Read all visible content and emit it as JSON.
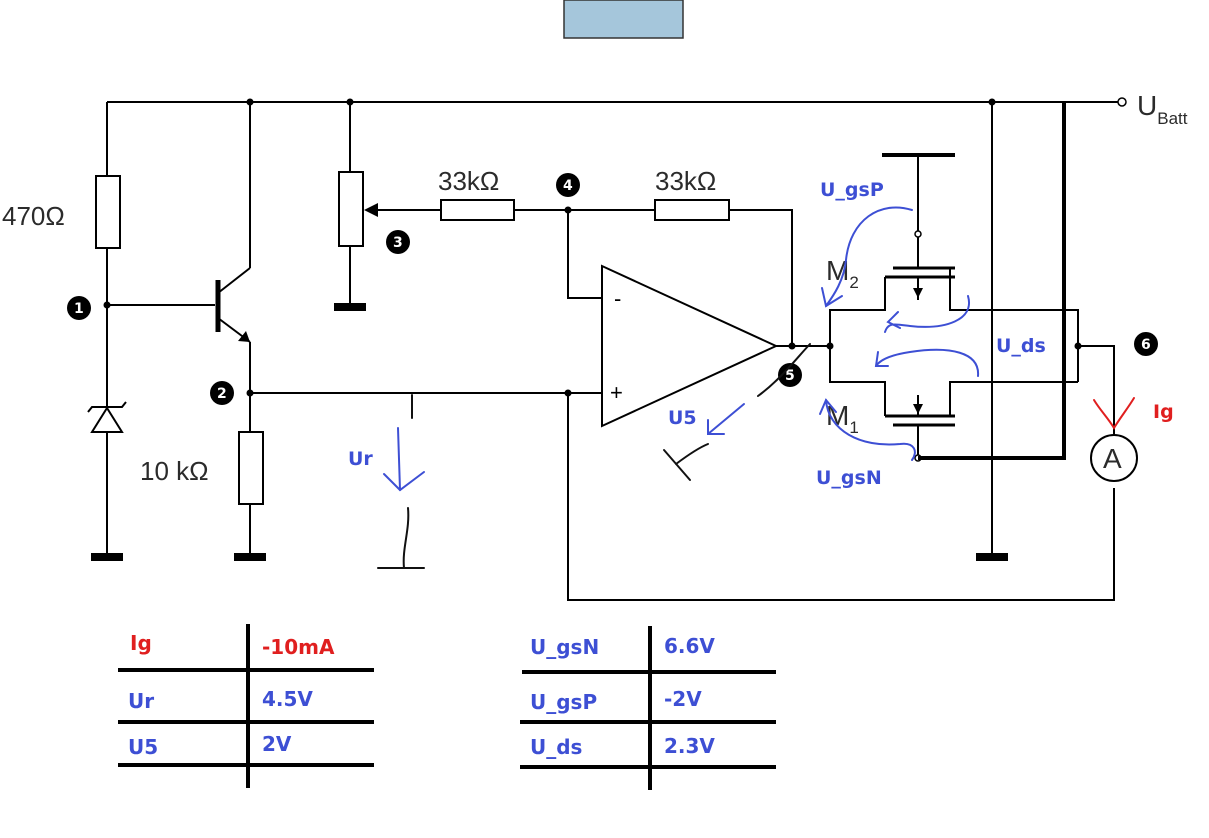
{
  "labels": {
    "r1": "470Ω",
    "r_base": "10 kΩ",
    "r_in": "33kΩ",
    "r_fb": "33kΩ",
    "u_batt": "U",
    "u_batt_sub": "Batt",
    "m2": "M",
    "m2_sub": "2",
    "m1": "M",
    "m1_sub": "1",
    "ammeter": "A",
    "opamp_minus": "-",
    "opamp_plus": "+"
  },
  "nodes": [
    "1",
    "2",
    "3",
    "4",
    "5",
    "6"
  ],
  "annotations": {
    "u_gsP": "U_gsP",
    "u_gsN": "U_gsN",
    "u_ds": "U_ds",
    "ig": "Ig",
    "ur": "Ur",
    "u5": "U5"
  },
  "table_left": {
    "rows": [
      {
        "label": "Ig",
        "value": "-10mA"
      },
      {
        "label": "Ur",
        "value": "4.5V"
      },
      {
        "label": "U5",
        "value": "2V"
      }
    ]
  },
  "table_right": {
    "rows": [
      {
        "label": "U_gsN",
        "value": "6.6V"
      },
      {
        "label": "U_gsP",
        "value": "-2V"
      },
      {
        "label": "U_ds",
        "value": "2.3V"
      }
    ]
  },
  "colors": {
    "annotation_blue": "#3d4fd4",
    "annotation_red": "#e01f1f",
    "top_box": "#a5c6db"
  }
}
